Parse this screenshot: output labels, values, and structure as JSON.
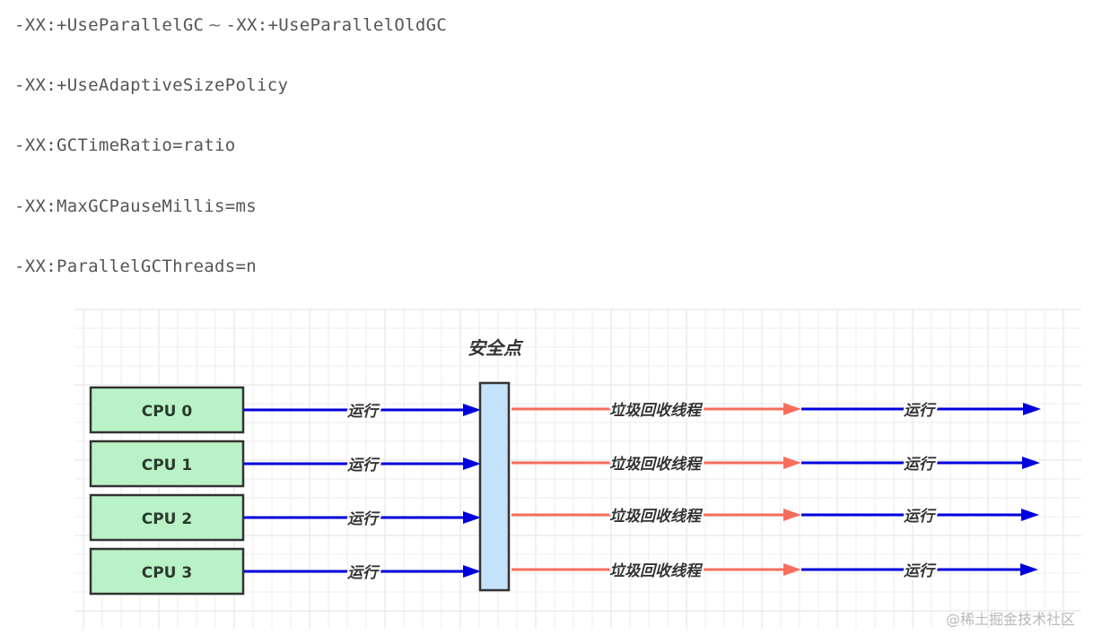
{
  "flags": {
    "line1_a": "-XX:+UseParallelGC",
    "line1_sep": "~",
    "line1_b": "-XX:+UseParallelOldGC",
    "line2": "-XX:+UseAdaptiveSizePolicy",
    "line3": "-XX:GCTimeRatio=ratio",
    "line4": "-XX:MaxGCPauseMillis=ms",
    "line5": "-XX:ParallelGCThreads=n"
  },
  "diagram": {
    "safepoint_label": "安全点",
    "cpus": [
      {
        "label": "CPU 0",
        "run_label": "运行",
        "gc_label": "垃圾回收线程",
        "after_label": "运行"
      },
      {
        "label": "CPU 1",
        "run_label": "运行",
        "gc_label": "垃圾回收线程",
        "after_label": "运行"
      },
      {
        "label": "CPU 2",
        "run_label": "运行",
        "gc_label": "垃圾回收线程",
        "after_label": "运行"
      },
      {
        "label": "CPU 3",
        "run_label": "运行",
        "gc_label": "垃圾回收线程",
        "after_label": "运行"
      }
    ],
    "colors": {
      "cpu_fill": "#b9f2c6",
      "box_stroke": "#333333",
      "safepoint_fill": "#c5e2fb",
      "run_arrow": "#0000dd",
      "gc_arrow": "#f56e5c",
      "grid": "#ececec"
    }
  },
  "watermark": "@稀土掘金技术社区"
}
